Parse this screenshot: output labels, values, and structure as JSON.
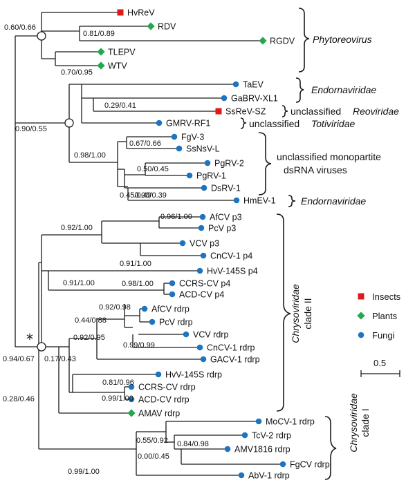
{
  "colors": {
    "insects": "#e0191b",
    "plants": "#26a650",
    "fungi": "#1f74c2"
  },
  "tree": {
    "leaves": [
      {
        "label": "HvReV",
        "host": "insects"
      },
      {
        "label": "RDV",
        "host": "plants"
      },
      {
        "label": "RGDV",
        "host": "plants"
      },
      {
        "label": "TLEPV",
        "host": "plants"
      },
      {
        "label": "WTV",
        "host": "plants"
      },
      {
        "label": "TaEV",
        "host": "fungi"
      },
      {
        "label": "GaBRV-XL1",
        "host": "fungi"
      },
      {
        "label": "SsReV-SZ",
        "host": "insects"
      },
      {
        "label": "GMRV-RF1",
        "host": "fungi"
      },
      {
        "label": "FgV-3",
        "host": "fungi"
      },
      {
        "label": "SsNsV-L",
        "host": "fungi"
      },
      {
        "label": "PgRV-2",
        "host": "fungi"
      },
      {
        "label": "PgRV-1",
        "host": "fungi"
      },
      {
        "label": "DsRV-1",
        "host": "fungi"
      },
      {
        "label": "HmEV-1",
        "host": "fungi"
      },
      {
        "label": "AfCV p3",
        "host": "fungi"
      },
      {
        "label": "PcV p3",
        "host": "fungi"
      },
      {
        "label": "VCV p3",
        "host": "fungi"
      },
      {
        "label": "CnCV-1 p4",
        "host": "fungi"
      },
      {
        "label": "HvV-145S p4",
        "host": "fungi"
      },
      {
        "label": "CCRS-CV p4",
        "host": "fungi"
      },
      {
        "label": "ACD-CV p4",
        "host": "fungi"
      },
      {
        "label": "AfCV rdrp",
        "host": "fungi"
      },
      {
        "label": "PcV rdrp",
        "host": "fungi"
      },
      {
        "label": "VCV rdrp",
        "host": "fungi"
      },
      {
        "label": "CnCV-1 rdrp",
        "host": "fungi"
      },
      {
        "label": "GACV-1 rdrp",
        "host": "fungi"
      },
      {
        "label": "HvV-145S rdrp",
        "host": "fungi"
      },
      {
        "label": "CCRS-CV rdrp",
        "host": "fungi"
      },
      {
        "label": "ACD-CV rdrp",
        "host": "fungi"
      },
      {
        "label": "AMAV rdrp",
        "host": "plants"
      },
      {
        "label": "MoCV-1 rdrp",
        "host": "fungi"
      },
      {
        "label": "TcV-2 rdrp",
        "host": "fungi"
      },
      {
        "label": "AMV1816 rdrp",
        "host": "fungi"
      },
      {
        "label": "FgCV rdrp",
        "host": "fungi"
      },
      {
        "label": "AbV-1 rdrp",
        "host": "fungi"
      }
    ],
    "support_values": [
      "0.60/0.66",
      "0.81/0.89",
      "0.70/0.95",
      "0.29/0.41",
      "0.90/0.55",
      "0.67/0.66",
      "0.98/1.00",
      "0.50/0.45",
      "0.45/0.49",
      "0.00/0.39",
      "0.96/1.00",
      "0.92/1.00",
      "0.91/1.00",
      "0.91/1.00",
      "0.98/1.00",
      "0.92/0.98",
      "0.44/0.88",
      "0.92/0.95",
      "0.99/0.99",
      "0.94/0.67",
      "0.17/0.43",
      "0.81/0.96",
      "0.99/1.00",
      "0.28/0.46",
      "0.55/0.92",
      "0.84/0.98",
      "0.00/0.45",
      "0.99/1.00"
    ],
    "root_mark": "*"
  },
  "groups": {
    "phytoreovirus": "Phytoreovirus",
    "endornaviridae_1": "Endornaviridae",
    "unclassified_prefix": "unclassified",
    "reoviridae": "Reoviridae",
    "totiviridae": "Totiviridae",
    "monopartite_line1": "unclassified monopartite",
    "monopartite_line2": "dsRNA viruses",
    "endornaviridae_2": "Endornaviridae",
    "chryso_ii_name": "Chrysoviridae",
    "chryso_ii_clade": "clade II",
    "chryso_i_name": "Chrysoviridae",
    "chryso_i_clade": "clade I"
  },
  "legend": [
    {
      "label": "Insects",
      "host": "insects"
    },
    {
      "label": "Plants",
      "host": "plants"
    },
    {
      "label": "Fungi",
      "host": "fungi"
    }
  ],
  "scale_bar": {
    "label": "0.5"
  }
}
